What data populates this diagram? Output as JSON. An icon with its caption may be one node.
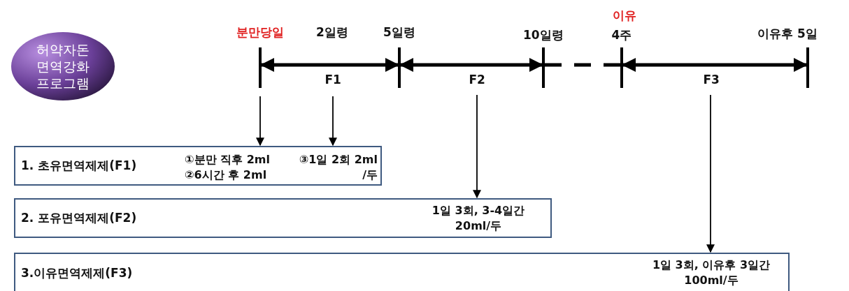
{
  "diagram": {
    "nodes": [
      {
        "text": [
          "허약자돈 면역강화 프로그램"
        ]
      },
      {
        "text": [
          "1. 초유면역제제(F1)",
          "①분만 직후 2ml",
          "②6시간 후 2ml",
          "③1일 2회 2ml /두"
        ]
      },
      {
        "text": [
          "2. 포유면역제제(F2)",
          "1일 3회, 3-4일간 20ml/두"
        ]
      },
      {
        "text": [
          "3.이유면역제제(F3)",
          "1일 3회, 이유후 3일간 100ml/두"
        ]
      }
    ],
    "edges": [
      {
        "from": null,
        "to": 1,
        "arrow": "to"
      },
      {
        "from": null,
        "to": 1,
        "arrow": "to"
      },
      {
        "from": null,
        "to": 2,
        "arrow": "to"
      },
      {
        "from": null,
        "to": 3,
        "arrow": "to"
      }
    ],
    "labels": [
      "이유",
      "분만당일",
      "2일령",
      "5일령",
      "10일령",
      "4주",
      "이유후 5일",
      "F1",
      "F2",
      "F3"
    ]
  }
}
